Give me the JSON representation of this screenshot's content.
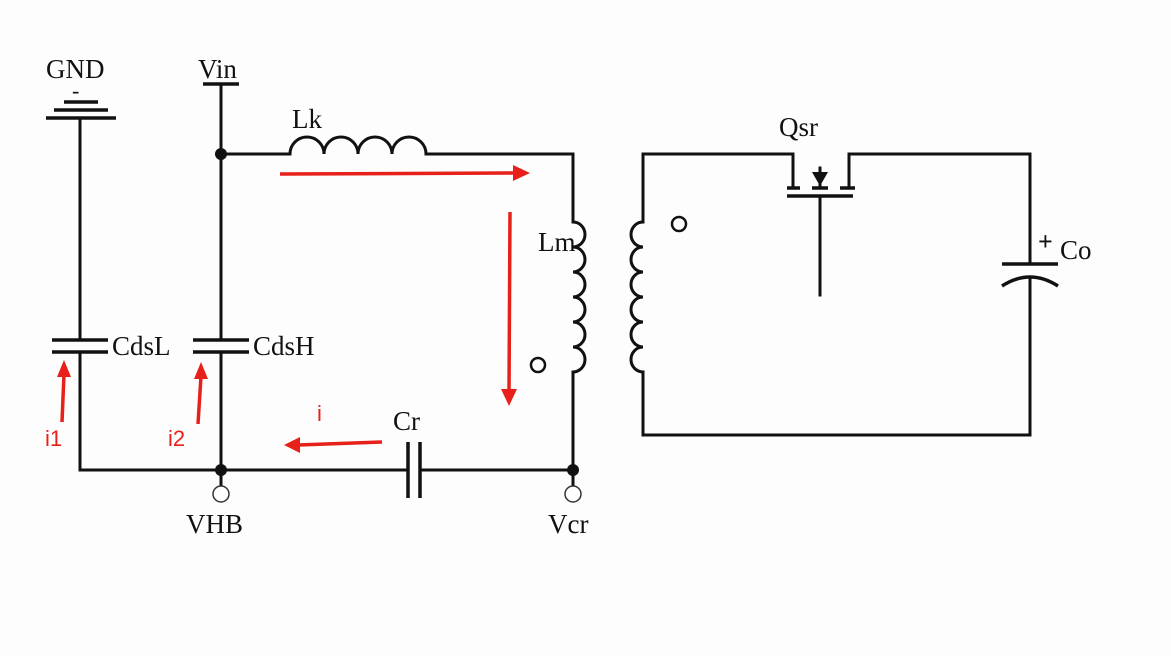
{
  "labels": {
    "gnd": "GND",
    "vin": "Vin",
    "lk": "Lk",
    "lm": "Lm",
    "qsr": "Qsr",
    "co": "Co",
    "co_plus": "+",
    "cdsl": "CdsL",
    "cdsh": "CdsH",
    "cr": "Cr",
    "vhb": "VHB",
    "vcr": "Vcr",
    "gnd_minus": "-"
  },
  "currents": {
    "i1": "i1",
    "i2": "i2",
    "i": "i"
  },
  "colors": {
    "wire": "#111111",
    "current_arrow": "#e8201a",
    "background": "#fdfdfd"
  }
}
